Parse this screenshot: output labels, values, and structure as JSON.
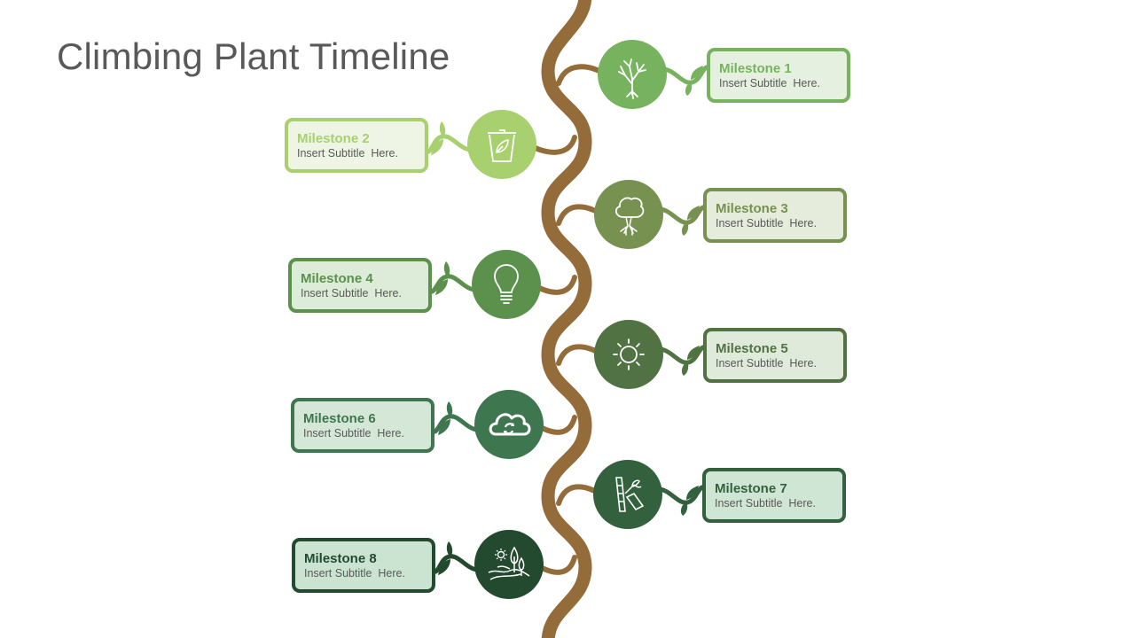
{
  "title": "Climbing Plant Timeline",
  "colors": {
    "vine": "#946c3a",
    "icon_stroke": "#ffffff"
  },
  "milestones": [
    {
      "title": "Milestone 1",
      "subtitle": "Insert Subtitle  Here.",
      "icon": "bare-tree-icon",
      "side": "right",
      "color": "#77b35e",
      "fill": "#e5f0e0"
    },
    {
      "title": "Milestone 2",
      "subtitle": "Insert Subtitle  Here.",
      "icon": "compost-bin-icon",
      "side": "left",
      "color": "#a8d06e",
      "fill": "#eef5e4"
    },
    {
      "title": "Milestone 3",
      "subtitle": "Insert Subtitle  Here.",
      "icon": "tree-roots-icon",
      "side": "right",
      "color": "#779150",
      "fill": "#e5ecdc"
    },
    {
      "title": "Milestone 4",
      "subtitle": "Insert Subtitle  Here.",
      "icon": "lightbulb-icon",
      "side": "left",
      "color": "#5b914c",
      "fill": "#dcecd8"
    },
    {
      "title": "Milestone 5",
      "subtitle": "Insert Subtitle  Here.",
      "icon": "sun-icon",
      "side": "right",
      "color": "#517242",
      "fill": "#dfeadb"
    },
    {
      "title": "Milestone 6",
      "subtitle": "Insert Subtitle  Here.",
      "icon": "cloud-sync-icon",
      "side": "left",
      "color": "#3e7650",
      "fill": "#d5e8d7"
    },
    {
      "title": "Milestone 7",
      "subtitle": "Insert Subtitle  Here.",
      "icon": "bamboo-icon",
      "side": "right",
      "color": "#33603d",
      "fill": "#d0e6d5"
    },
    {
      "title": "Milestone 8",
      "subtitle": "Insert Subtitle  Here.",
      "icon": "landscape-icon",
      "side": "left",
      "color": "#234a2f",
      "fill": "#cbe4d2"
    }
  ]
}
